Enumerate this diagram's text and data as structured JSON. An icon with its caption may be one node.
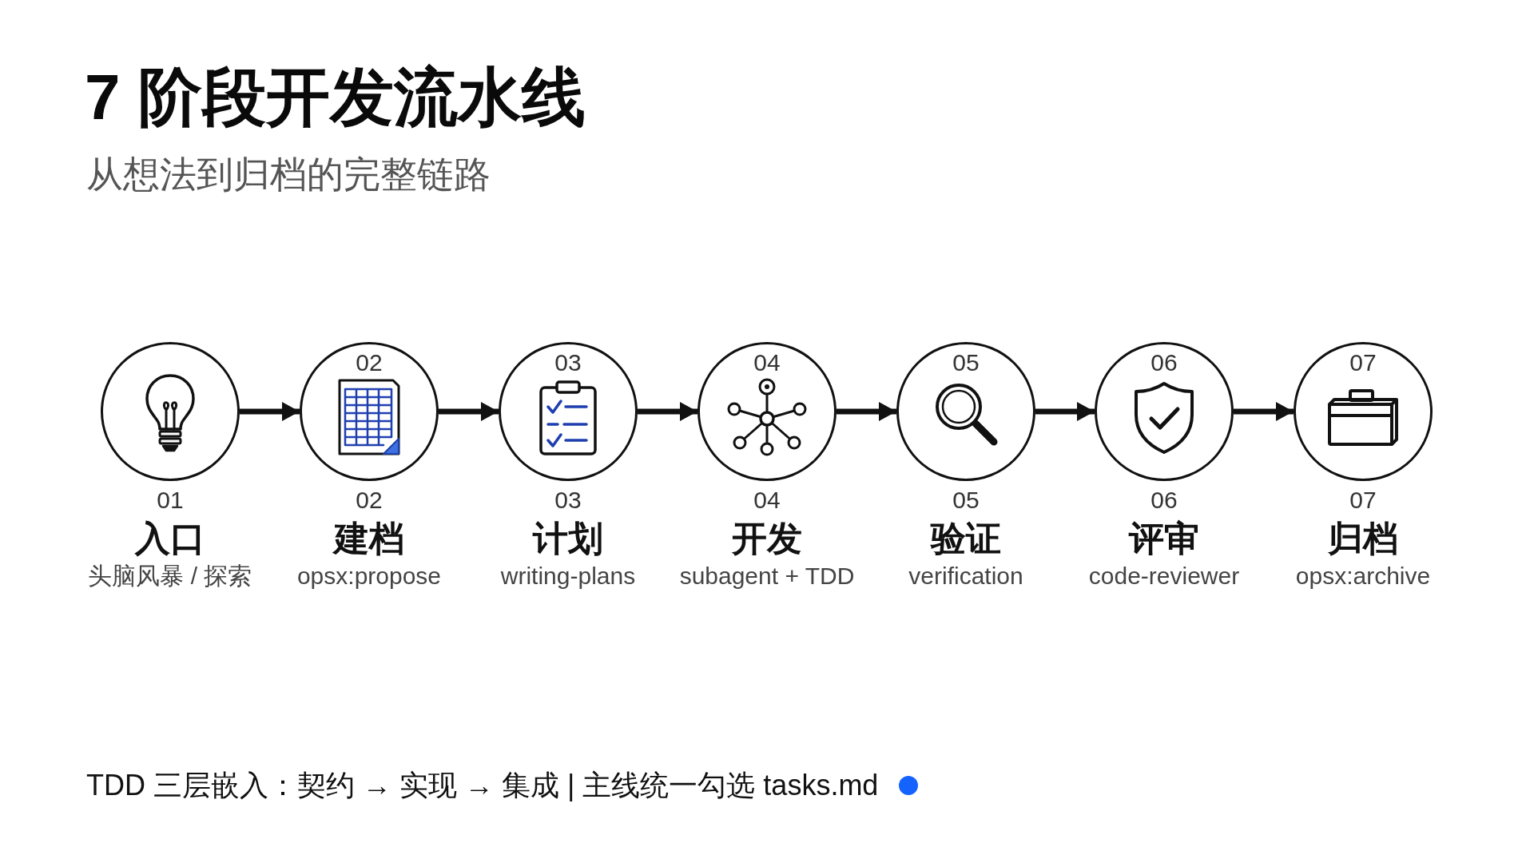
{
  "diagram": {
    "title": "7 阶段开发流水线",
    "nodes": [
      {
        "text": [],
        "shape": "circle",
        "beside": [
          "01",
          "入口",
          "头脑风暴 / 探索"
        ]
      },
      {
        "text": [
          "02"
        ],
        "beside": [
          "02",
          "建档",
          "opsx:propose"
        ]
      },
      {
        "text": [
          "03"
        ],
        "beside": [
          "03",
          "计划",
          "writing-plans"
        ]
      },
      {
        "text": [
          "04"
        ],
        "beside": [
          "04",
          "开发",
          "subagent + TDD"
        ]
      },
      {
        "text": [
          "05"
        ],
        "beside": [
          "05",
          "验证",
          "verification"
        ]
      },
      {
        "text": [
          "06"
        ],
        "beside": [
          "06",
          "评审",
          "code-reviewer"
        ]
      },
      {
        "text": [
          "07"
        ],
        "beside": [
          "07",
          "归档",
          "opsx:archive"
        ]
      }
    ],
    "edges": [
      {
        "from": 0,
        "to": 1,
        "arrow": "to"
      },
      {
        "from": 1,
        "to": 2,
        "arrow": "to"
      },
      {
        "from": 2,
        "to": 3,
        "arrow": "to"
      },
      {
        "from": 3,
        "to": 4,
        "arrow": "to"
      },
      {
        "from": 4,
        "to": 5,
        "arrow": "to"
      },
      {
        "from": 5,
        "to": 6,
        "arrow": "to"
      }
    ],
    "labels": [
      "从想法到归档的完整链路",
      "TDD 三层嵌入：契约 → 实现 → 集成 | 主线统一勾选 tasks.md"
    ]
  }
}
